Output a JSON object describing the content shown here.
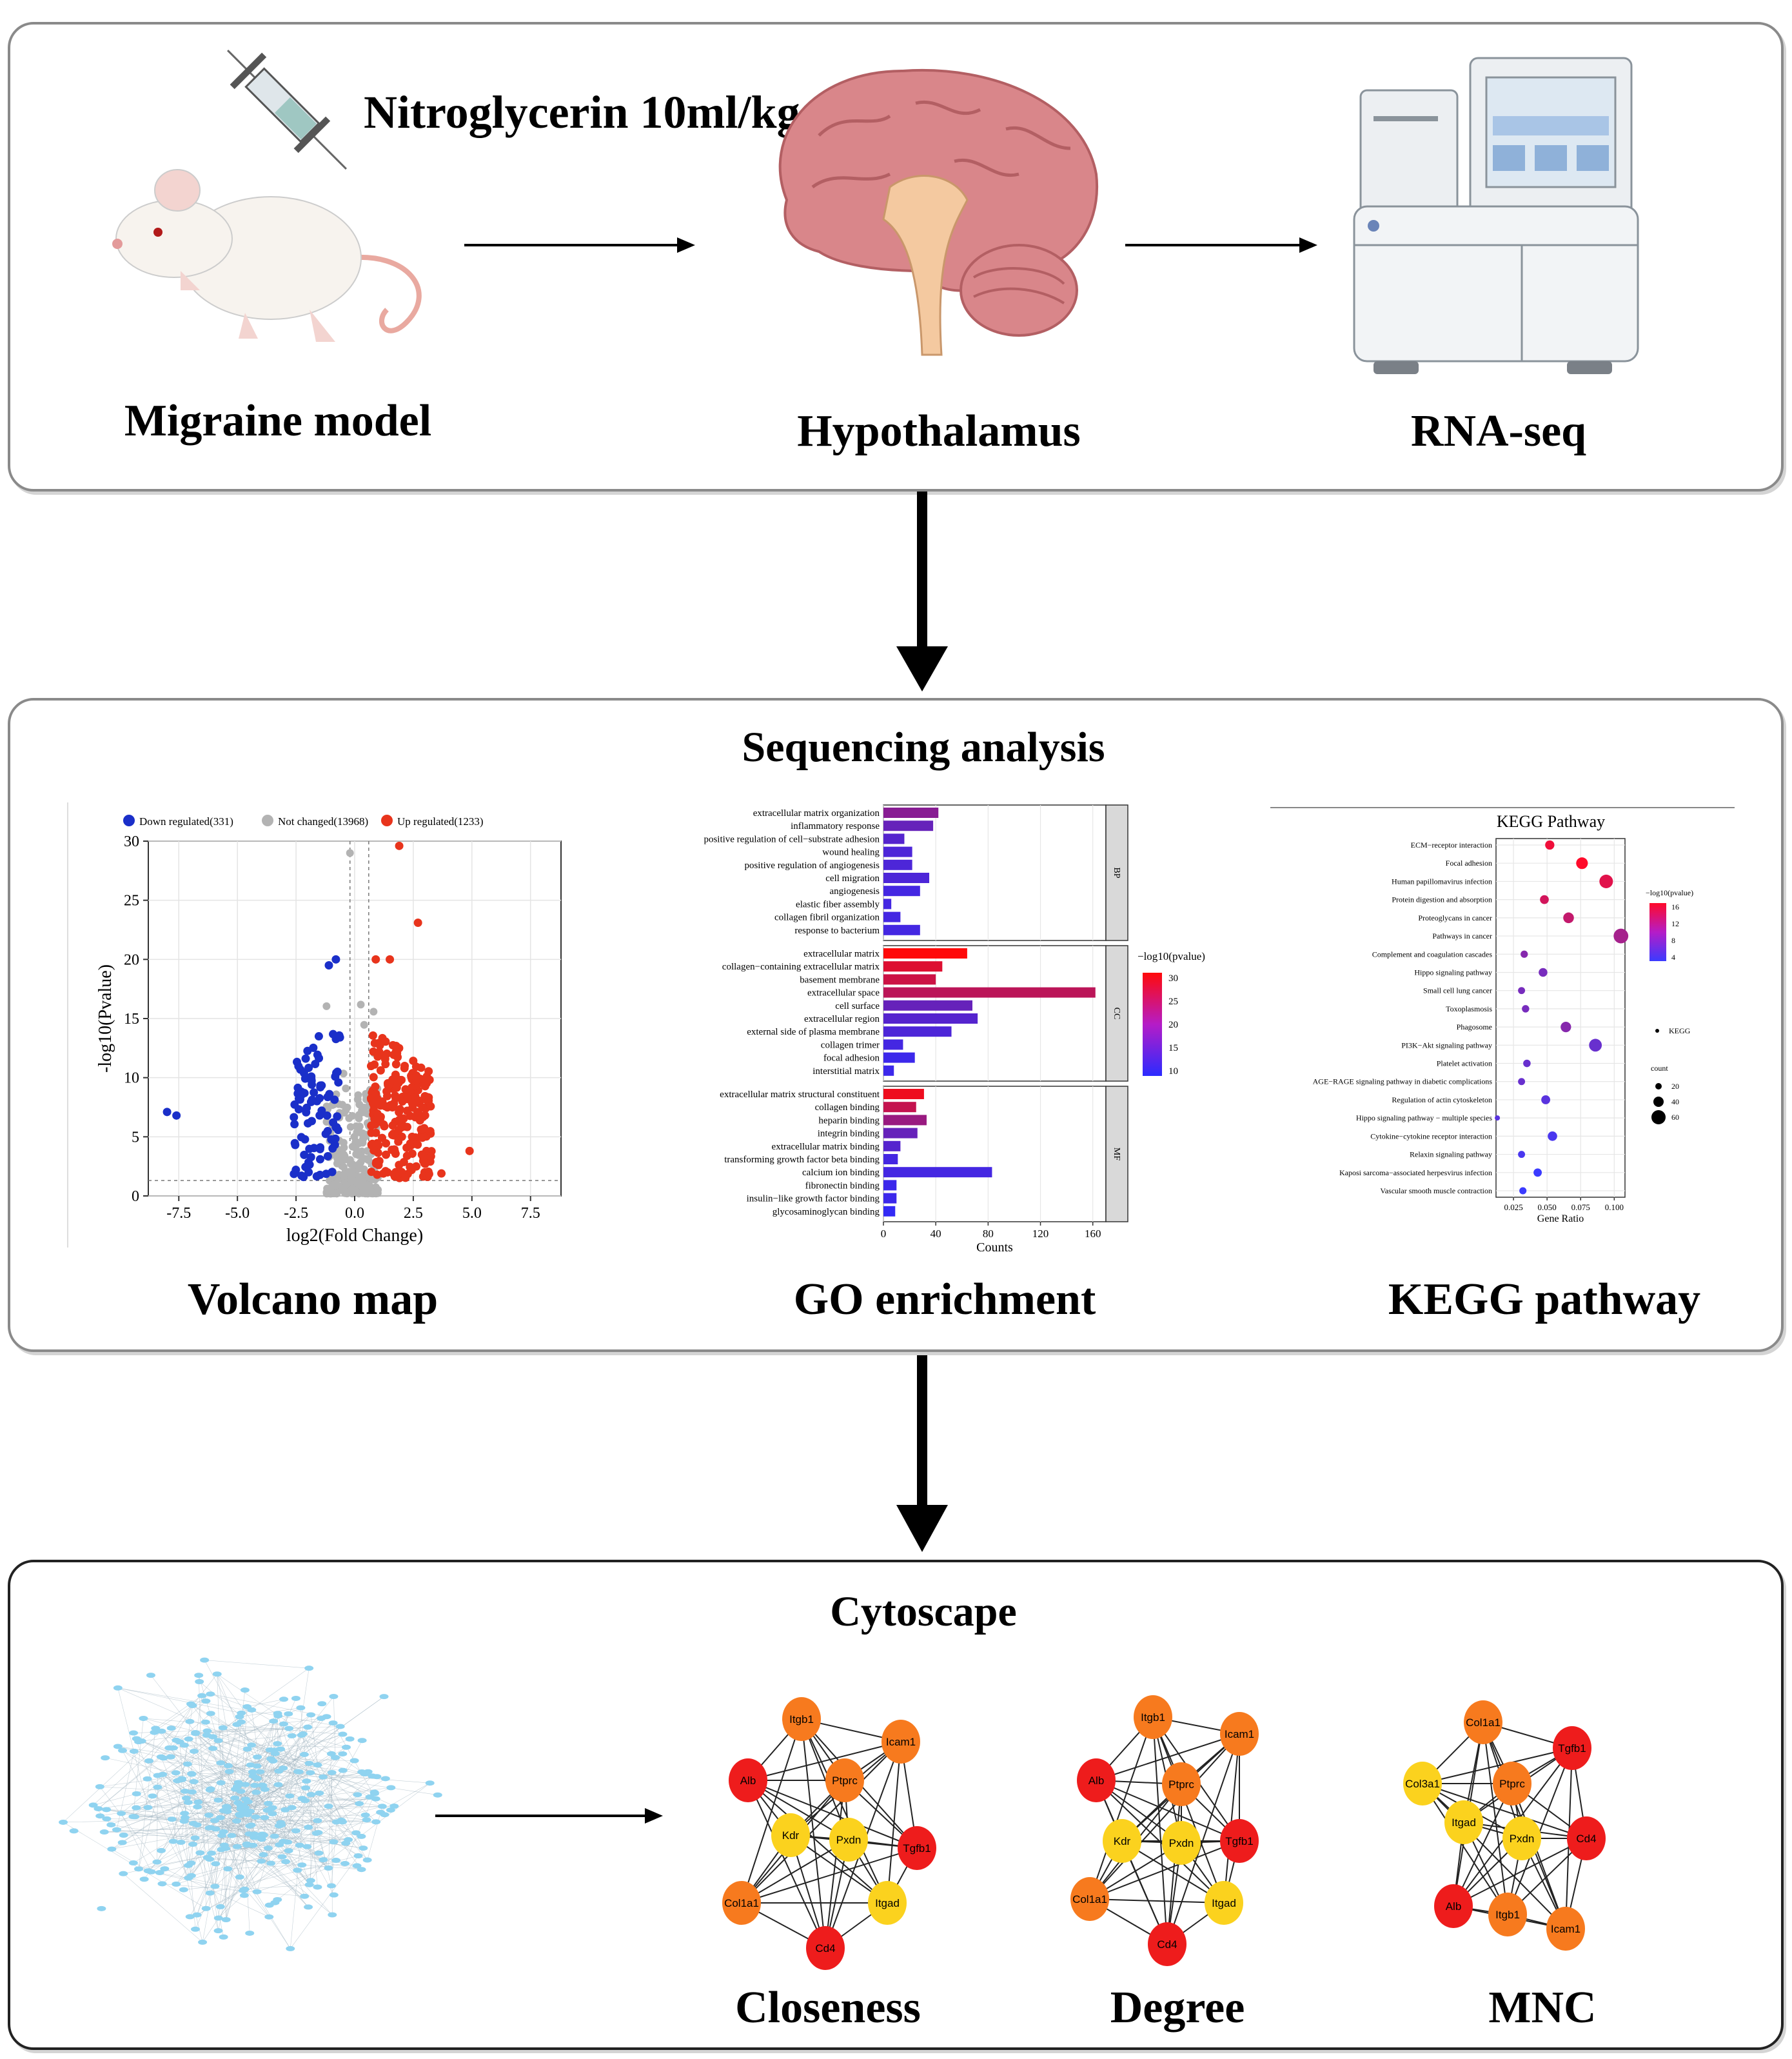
{
  "step1": {
    "treatment": "Nitroglycerin 10ml/kg",
    "labels": [
      "Migraine model",
      "Hypothalamus",
      "RNA-seq"
    ]
  },
  "step2": {
    "title": "Sequencing analysis",
    "labels": [
      "Volcano map",
      "GO enrichment",
      "KEGG pathway"
    ]
  },
  "step3": {
    "title": "Cytoscape",
    "labels": [
      "Closeness",
      "Degree",
      "MNC"
    ]
  },
  "colors": {
    "panel_border": "#8a8a8a",
    "down": "#1a2fc9",
    "not_changed": "#b3b3b3",
    "up": "#e8341c",
    "network_node": "#8fd3f0",
    "hub_red": "#ee1c1c",
    "hub_orange": "#f77a1e",
    "hub_yellow": "#fbd21e"
  },
  "volcano": {
    "legend": [
      "Down regulated(331)",
      "Not changed(13968)",
      "Up regulated(1233)"
    ],
    "xlabel": "log2(Fold Change)",
    "ylabel": "-log10(Pvalue)",
    "xticks": [
      "-7.5",
      "-5.0",
      "-2.5",
      "0.0",
      "2.5",
      "5.0",
      "7.5"
    ],
    "yticks": [
      "0",
      "5",
      "10",
      "15",
      "20",
      "25",
      "30"
    ],
    "xlim": [
      -8.8,
      8.8
    ],
    "ylim": [
      0,
      30
    ]
  },
  "go": {
    "xlabel": "Counts",
    "xticks": [
      "0",
      "40",
      "80",
      "120",
      "160"
    ],
    "legend_title": "−log10(pvalue)",
    "legend_ticks": [
      "30",
      "25",
      "20",
      "15",
      "10"
    ],
    "groups": [
      {
        "name": "BP",
        "terms": [
          {
            "label": "extracellular matrix organization",
            "value": 42,
            "p": 18
          },
          {
            "label": "inflammatory response",
            "value": 38,
            "p": 14
          },
          {
            "label": "positive regulation of cell−substrate adhesion",
            "value": 16,
            "p": 12
          },
          {
            "label": "wound healing",
            "value": 22,
            "p": 11
          },
          {
            "label": "positive regulation of angiogenesis",
            "value": 22,
            "p": 11
          },
          {
            "label": "cell migration",
            "value": 35,
            "p": 11
          },
          {
            "label": "angiogenesis",
            "value": 28,
            "p": 10
          },
          {
            "label": "elastic fiber assembly",
            "value": 6,
            "p": 10
          },
          {
            "label": "collagen fibril organization",
            "value": 13,
            "p": 10
          },
          {
            "label": "response to bacterium",
            "value": 28,
            "p": 10
          }
        ]
      },
      {
        "name": "CC",
        "terms": [
          {
            "label": "extracellular matrix",
            "value": 64,
            "p": 32
          },
          {
            "label": "collagen−containing extracellular matrix",
            "value": 45,
            "p": 28
          },
          {
            "label": "basement membrane",
            "value": 40,
            "p": 26
          },
          {
            "label": "extracellular space",
            "value": 162,
            "p": 24
          },
          {
            "label": "cell surface",
            "value": 68,
            "p": 14
          },
          {
            "label": "extracellular region",
            "value": 72,
            "p": 12
          },
          {
            "label": "external side of plasma membrane",
            "value": 52,
            "p": 11
          },
          {
            "label": "collagen trimer",
            "value": 15,
            "p": 10
          },
          {
            "label": "focal adhesion",
            "value": 24,
            "p": 9
          },
          {
            "label": "interstitial matrix",
            "value": 8,
            "p": 9
          }
        ]
      },
      {
        "name": "MF",
        "terms": [
          {
            "label": "extracellular matrix structural constituent",
            "value": 31,
            "p": 30
          },
          {
            "label": "collagen binding",
            "value": 25,
            "p": 25
          },
          {
            "label": "heparin binding",
            "value": 33,
            "p": 20
          },
          {
            "label": "integrin binding",
            "value": 26,
            "p": 14
          },
          {
            "label": "extracellular matrix binding",
            "value": 13,
            "p": 12
          },
          {
            "label": "transforming growth factor beta binding",
            "value": 11,
            "p": 10
          },
          {
            "label": "calcium ion binding",
            "value": 83,
            "p": 10
          },
          {
            "label": "fibronectin binding",
            "value": 10,
            "p": 9
          },
          {
            "label": "insulin−like growth factor binding",
            "value": 10,
            "p": 9
          },
          {
            "label": "glycosaminoglycan binding",
            "value": 9,
            "p": 8
          }
        ]
      }
    ]
  },
  "kegg": {
    "title": "KEGG Pathway",
    "xlabel": "Gene Ratio",
    "xticks": [
      "0.025",
      "0.050",
      "0.075",
      "0.100"
    ],
    "legend_title": "−log10(pvalue)",
    "legend_ticks": [
      "16",
      "12",
      "8",
      "4"
    ],
    "shape_legend": "KEGG",
    "count_title": "count",
    "count_ticks": [
      "20",
      "40",
      "60"
    ],
    "pathways": [
      {
        "label": "ECM−receptor interaction",
        "ratio": 0.052,
        "p": 16
      },
      {
        "label": "Focal adhesion",
        "ratio": 0.076,
        "p": 17
      },
      {
        "label": "Human papillomavirus infection",
        "ratio": 0.094,
        "p": 15
      },
      {
        "label": "Protein digestion and absorption",
        "ratio": 0.048,
        "p": 14
      },
      {
        "label": "Proteoglycans in cancer",
        "ratio": 0.066,
        "p": 13
      },
      {
        "label": "Pathways in cancer",
        "ratio": 0.105,
        "p": 11
      },
      {
        "label": "Complement and coagulation cascades",
        "ratio": 0.033,
        "p": 9
      },
      {
        "label": "Hippo signaling pathway",
        "ratio": 0.047,
        "p": 8
      },
      {
        "label": "Small cell lung cancer",
        "ratio": 0.031,
        "p": 8
      },
      {
        "label": "Toxoplasmosis",
        "ratio": 0.034,
        "p": 8
      },
      {
        "label": "Phagosome",
        "ratio": 0.064,
        "p": 9
      },
      {
        "label": "PI3K−Akt signaling pathway",
        "ratio": 0.086,
        "p": 7
      },
      {
        "label": "Platelet activation",
        "ratio": 0.035,
        "p": 7
      },
      {
        "label": "AGE−RAGE signaling pathway in diabetic complications",
        "ratio": 0.031,
        "p": 7
      },
      {
        "label": "Regulation of actin cytoskeleton",
        "ratio": 0.049,
        "p": 6
      },
      {
        "label": "Hippo signaling pathway − multiple species",
        "ratio": 0.013,
        "p": 6
      },
      {
        "label": "Cytokine−cytokine receptor interaction",
        "ratio": 0.054,
        "p": 5
      },
      {
        "label": "Relaxin signaling pathway",
        "ratio": 0.031,
        "p": 5
      },
      {
        "label": "Kaposi sarcoma−associated herpesvirus infection",
        "ratio": 0.043,
        "p": 4
      },
      {
        "label": "Vascular smooth muscle contraction",
        "ratio": 0.032,
        "p": 4
      }
    ]
  },
  "networks": {
    "closeness": [
      "Itgb1",
      "Icam1",
      "Alb",
      "Ptprc",
      "Tgfb1",
      "Kdr",
      "Pxdn",
      "Col1a1",
      "Itgad",
      "Cd4"
    ],
    "degree": [
      "Itgb1",
      "Icam1",
      "Alb",
      "Ptprc",
      "Tgfb1",
      "Kdr",
      "Pxdn",
      "Col1a1",
      "Itgad",
      "Cd4"
    ],
    "mnc": [
      "Col1a1",
      "Tgfb1",
      "Col3a1",
      "Ptprc",
      "Itgad",
      "Cd4",
      "Pxdn",
      "Alb",
      "Itgb1",
      "Icam1"
    ]
  }
}
